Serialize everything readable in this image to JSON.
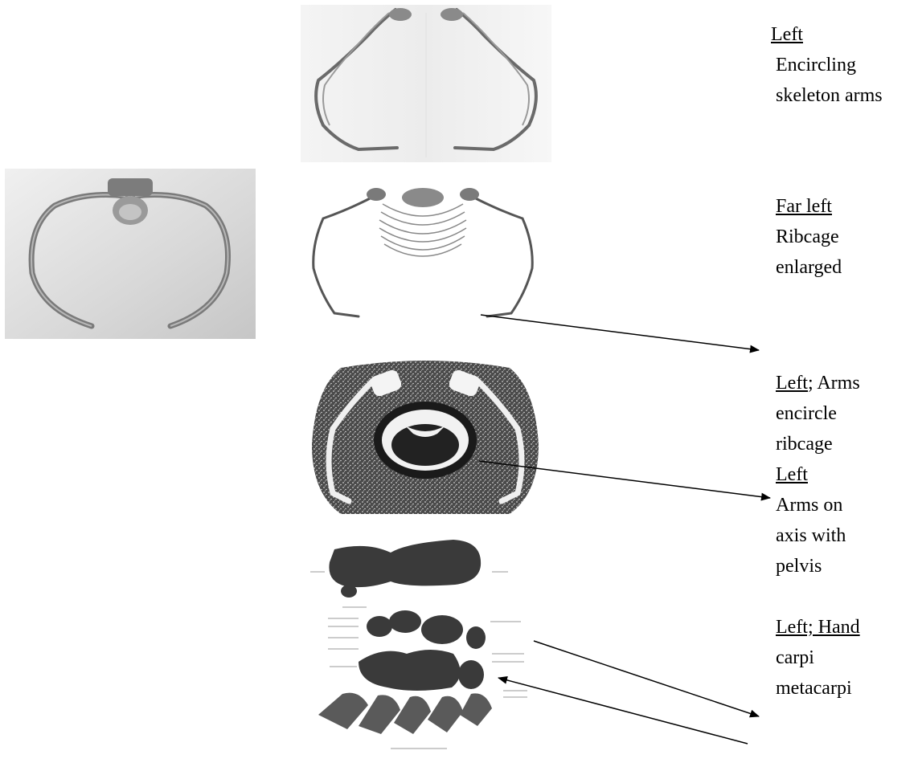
{
  "captions": {
    "c1": {
      "heading": "Left",
      "lines": [
        "Encircling",
        "skeleton arms"
      ]
    },
    "c2": {
      "heading": "Far left",
      "lines": [
        "Ribcage",
        "enlarged"
      ]
    },
    "c3": {
      "heading": "Left",
      "heading_rest": "; Arms",
      "lines": [
        "encircle",
        "ribcage"
      ]
    },
    "c4": {
      "heading": "Left",
      "lines": [
        "Arms on",
        "axis with",
        "pelvis"
      ]
    },
    "c5": {
      "heading": "Left; Hand",
      "lines": [
        "carpi",
        "metacarpi"
      ]
    }
  },
  "colors": {
    "ink": "#000000",
    "paper": "#ffffff",
    "photo_gray": "#d9d9d9"
  }
}
